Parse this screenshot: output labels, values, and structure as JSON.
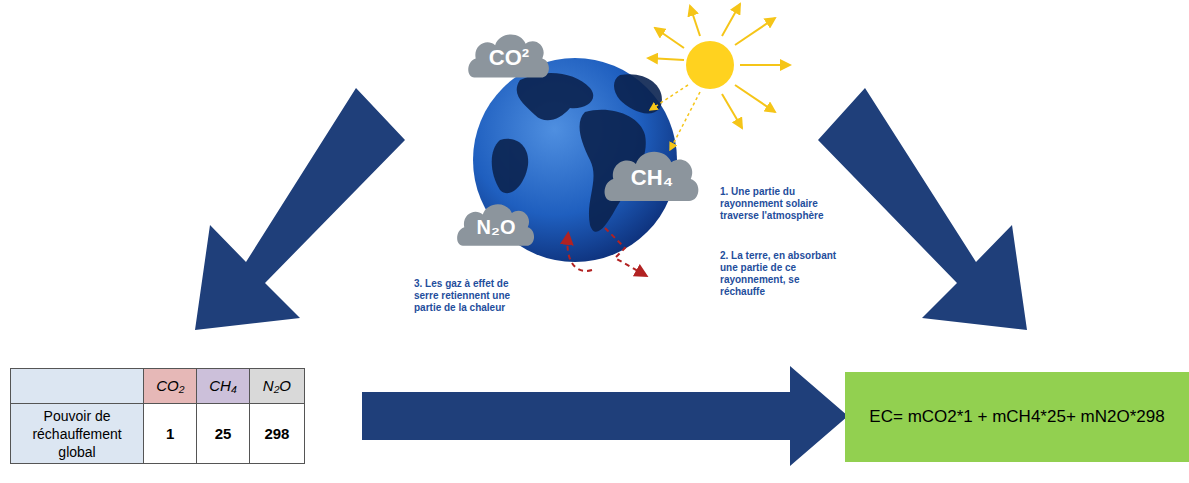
{
  "diagram": {
    "nodes": [
      {
        "text": [
          "CO²"
        ]
      },
      {
        "text": [
          "CH₄"
        ]
      },
      {
        "text": [
          "N₂O"
        ]
      },
      {
        "text": [
          "EC= mCO2*1 + mCH4*25+ mN2O*298"
        ]
      }
    ],
    "labels": [
      "3. Les gaz à effet de serre retiennent une partie de la chaleur",
      "1. Une partie du rayonnement solaire traverse l'atmosphère",
      "2. La terre, en absorbant une partie de ce rayonnement, se réchauffe",
      "CO₂",
      "CH₄",
      "N₂O",
      "Pouvoir de réchauffement global",
      "1",
      "25",
      "298"
    ]
  }
}
